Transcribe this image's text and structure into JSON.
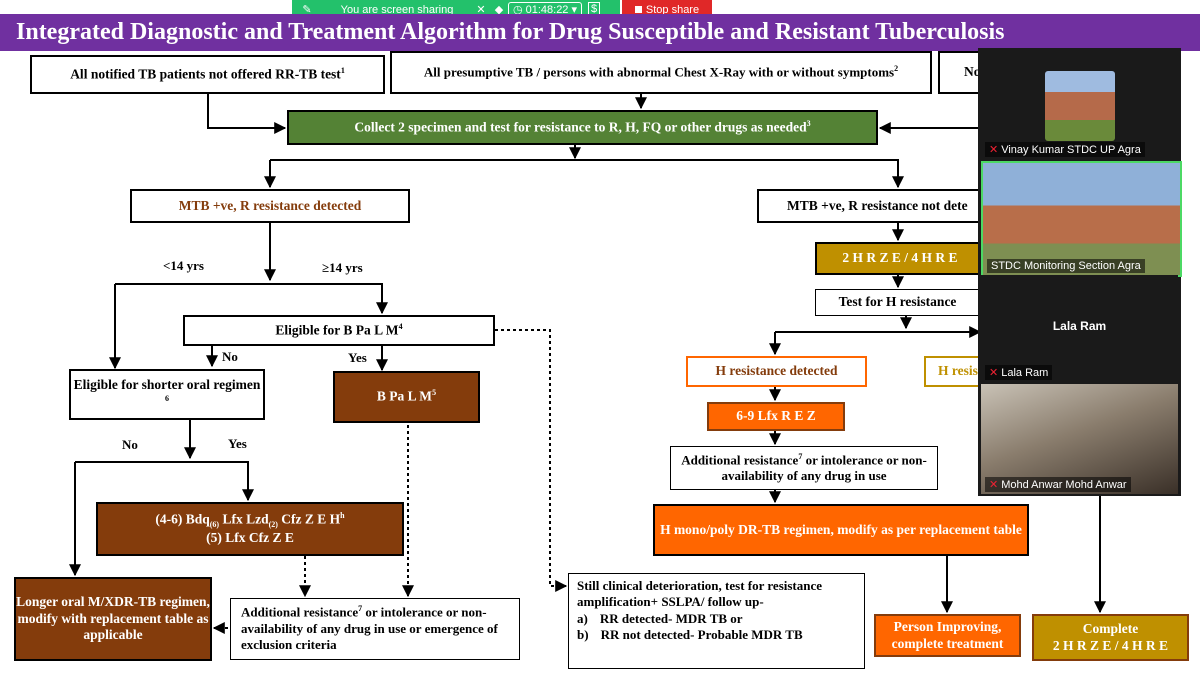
{
  "share": {
    "sharing_label": "You are screen sharing",
    "timer": "01:48:22",
    "stop_label": "Stop share"
  },
  "title": "Integrated Diagnostic and Treatment Algorithm for Drug Susceptible and Resistant Tuberculosis",
  "boxes": {
    "top_left": "All notified TB patients not offered RR-TB test",
    "top_left_sup": "1",
    "top_mid": "All presumptive TB / persons with abnormal Chest X-Ray with or without symptoms",
    "top_mid_sup": "2",
    "top_right": "No",
    "collect": "Collect 2 specimen and test for resistance to R, H, FQ or other drugs as needed",
    "collect_sup": "3",
    "mtb_r_detected": "MTB +ve, R resistance detected",
    "mtb_r_not_detected": "MTB +ve, R resistance not dete",
    "hrze_top": "2 H R Z E / 4 H R E",
    "test_h": "Test for H resistance",
    "eligible_bpalm": "Eligible for  B Pa L M",
    "eligible_bpalm_sup": "4",
    "eligible_shorter": "Eligible for shorter oral regimen",
    "eligible_shorter_sup": "6",
    "bpalm": "B Pa L M",
    "bpalm_sup": "5",
    "regimen_line1_a": "(4-6) Bdq",
    "regimen_line1_sub1": "(6)",
    "regimen_line1_b": " Lfx Lzd",
    "regimen_line1_sub2": "(2)",
    "regimen_line1_c": " Cfz Z E H",
    "regimen_line1_sup": "h",
    "regimen_line2": "(5) Lfx Cfz Z E",
    "longer": "Longer oral M/XDR-TB regimen, modify with replacement table as applicable",
    "additional_left_a": "Additional resistance",
    "additional_left_sup": "7",
    "additional_left_b": " or intolerance or non-availability of any drug in use or emergence of exclusion criteria",
    "h_detected": "H resistance detected",
    "h_not_detected": "H resis",
    "lfx_regimen": "6-9 Lfx R E Z",
    "additional_right_a": "Additional resistance",
    "additional_right_sup": "7",
    "additional_right_b": " or intolerance or non-availability of any drug in use",
    "h_mono": "H mono/poly DR-TB regimen, modify as per replacement table",
    "still_line1": "Still clinical deterioration, test for resistance amplification+ SSLPA/ follow up-",
    "still_a_marker": "a)",
    "still_a": "RR detected- MDR TB or",
    "still_b_marker": "b)",
    "still_b": "RR not detected- Probable MDR TB",
    "person_improving": "Person Improving, complete treatment",
    "complete_title": "Complete",
    "complete_regimen": "2 H R Z E / 4 H R E"
  },
  "labels": {
    "lt14": "<14 yrs",
    "ge14": "≥14 yrs",
    "no1": "No",
    "yes1": "Yes",
    "no2": "No",
    "yes2": "Yes"
  },
  "participants": [
    {
      "name": "Vinay Kumar STDC UP Agra"
    },
    {
      "name": "STDC Monitoring Section Agra"
    },
    {
      "name": "Lala Ram",
      "center_label": "Lala Ram"
    },
    {
      "name": "Mohd Anwar Mohd Anwar"
    }
  ],
  "colors": {
    "title_bg": "#7030a0",
    "green": "#548235",
    "brown": "#843c0c",
    "orange": "#ff6600",
    "gold": "#bf9000",
    "share_green": "#23c16b",
    "stop_red": "#e02828",
    "active_speaker": "#4cd964"
  },
  "icons": [
    "pin-icon",
    "mic-muted-icon",
    "shield-icon",
    "clock-icon",
    "dollar-icon",
    "stop-icon"
  ]
}
